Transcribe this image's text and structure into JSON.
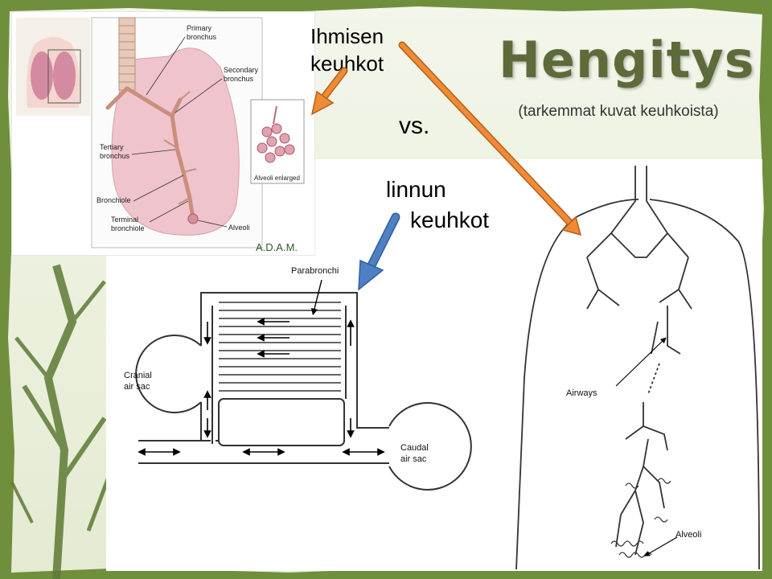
{
  "slide": {
    "title": "Hengitys",
    "subtitle": "(tarkemmat kuvat keuhkoista)",
    "text_human_1": "Ihmisen",
    "text_human_2": "keuhkot",
    "text_vs": "vs.",
    "text_bird_1": "linnun",
    "text_bird_2": "keuhkot"
  },
  "human_lung_figure": {
    "labels": {
      "primary_bronchus": [
        "Primary",
        "bronchus"
      ],
      "secondary_bronchus": [
        "Secondary",
        "bronchus"
      ],
      "tertiary_bronchus": [
        "Tertiary",
        "bronchus"
      ],
      "bronchiole": "Bronchiole",
      "terminal_bronchiole": [
        "Terminal",
        "bronchiole"
      ],
      "alveoli": "Alveoli",
      "alveoli_enlarged": "Alveoli enlarged",
      "logo": "A.D.A.M."
    }
  },
  "bird_lung_figure": {
    "labels": {
      "parabronchi": "Parabronchi",
      "cranial_air_sac": [
        "Cranial",
        "air sac"
      ],
      "caudal_air_sac": [
        "Caudal",
        "air sac"
      ]
    }
  },
  "airway_figure": {
    "labels": {
      "airways": "Airways",
      "alveoli": "Alveoli"
    }
  },
  "colors": {
    "frame_green": "#6f8f3c",
    "panel_bg": "#eef2e2",
    "title": "#5d6b3a",
    "orange_arrow": "#ef8b34",
    "blue_arrow": "#4f80c4",
    "lung_pink": "#efc4cc"
  }
}
